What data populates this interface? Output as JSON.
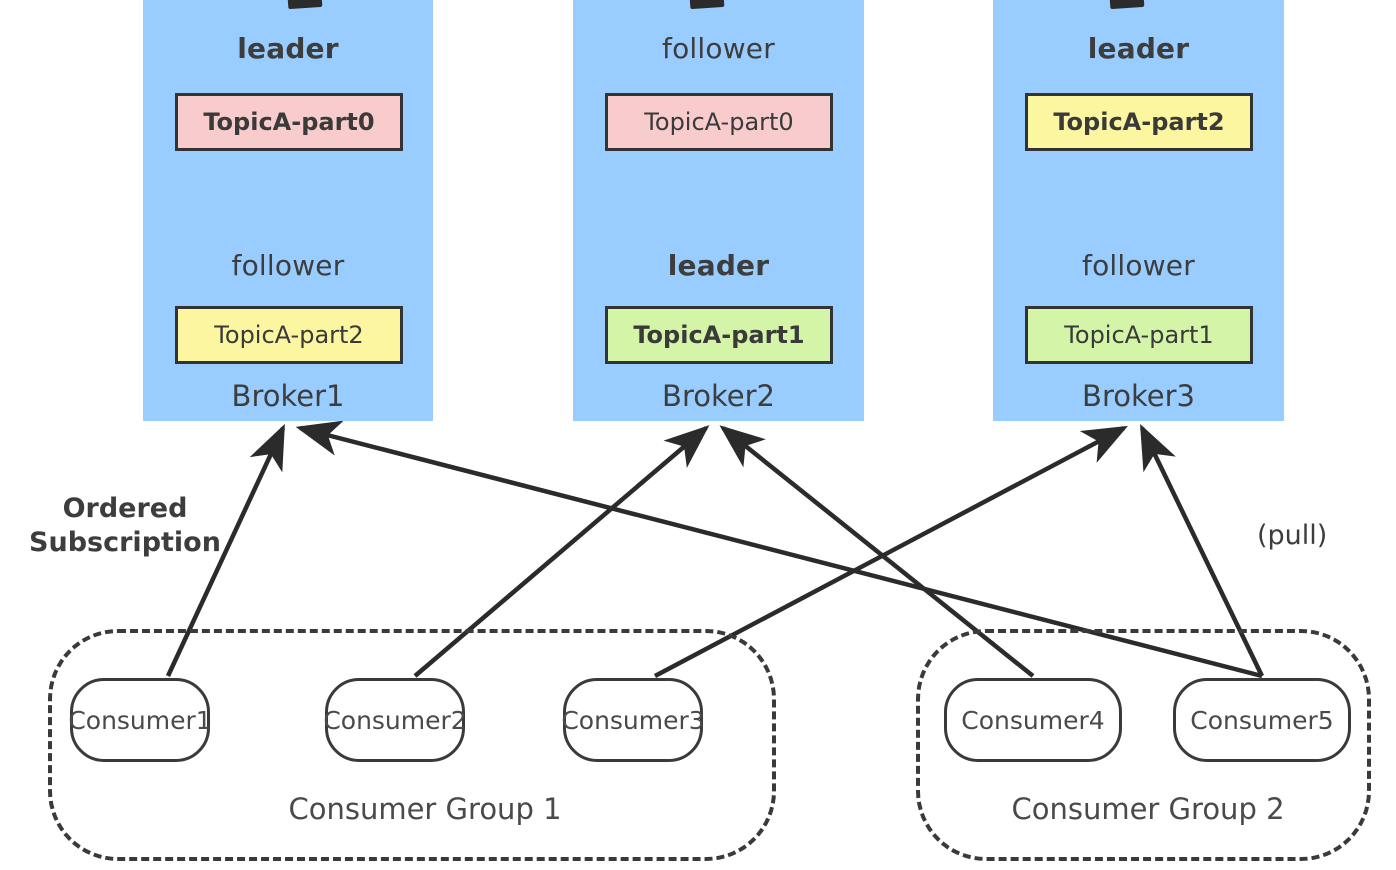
{
  "diagram": {
    "title": "Kafka topic partition leadership and consumer group subscription",
    "colors": {
      "broker_fill": "#99ccff",
      "partition_pink": "#f8cccc",
      "partition_yellow": "#fcf6a0",
      "partition_green": "#d4f4a8",
      "stroke": "#333333",
      "text": "#3d3d3d"
    }
  },
  "brokers": [
    {
      "name": "Broker1",
      "top_role": "leader",
      "top_role_bold": true,
      "top_partition": "TopicA-part0",
      "top_partition_color": "pink",
      "top_partition_bold": true,
      "bottom_role": "follower",
      "bottom_role_bold": false,
      "bottom_partition": "TopicA-part2",
      "bottom_partition_color": "yellow",
      "bottom_partition_bold": false
    },
    {
      "name": "Broker2",
      "top_role": "follower",
      "top_role_bold": false,
      "top_partition": "TopicA-part0",
      "top_partition_color": "pink",
      "top_partition_bold": false,
      "bottom_role": "leader",
      "bottom_role_bold": true,
      "bottom_partition": "TopicA-part1",
      "bottom_partition_color": "green",
      "bottom_partition_bold": true
    },
    {
      "name": "Broker3",
      "top_role": "leader",
      "top_role_bold": true,
      "top_partition": "TopicA-part2",
      "top_partition_color": "yellow",
      "top_partition_bold": true,
      "bottom_role": "follower",
      "bottom_role_bold": false,
      "bottom_partition": "TopicA-part1",
      "bottom_partition_color": "green",
      "bottom_partition_bold": false
    }
  ],
  "consumer_groups": [
    {
      "label": "Consumer Group 1",
      "consumers": [
        "Consumer1",
        "Consumer2",
        "Consumer3"
      ]
    },
    {
      "label": "Consumer Group 2",
      "consumers": [
        "Consumer4",
        "Consumer5"
      ]
    }
  ],
  "annotations": {
    "ordered_subscription": "Ordered\nSubscription",
    "pull": "(pull)"
  },
  "connections": [
    {
      "from": "Consumer1",
      "to": "Broker1"
    },
    {
      "from": "Consumer2",
      "to": "Broker2"
    },
    {
      "from": "Consumer3",
      "to": "Broker3"
    },
    {
      "from": "Consumer4",
      "to": "Broker2"
    },
    {
      "from": "Consumer5",
      "to": "Broker1"
    },
    {
      "from": "Consumer5",
      "to": "Broker3"
    }
  ]
}
